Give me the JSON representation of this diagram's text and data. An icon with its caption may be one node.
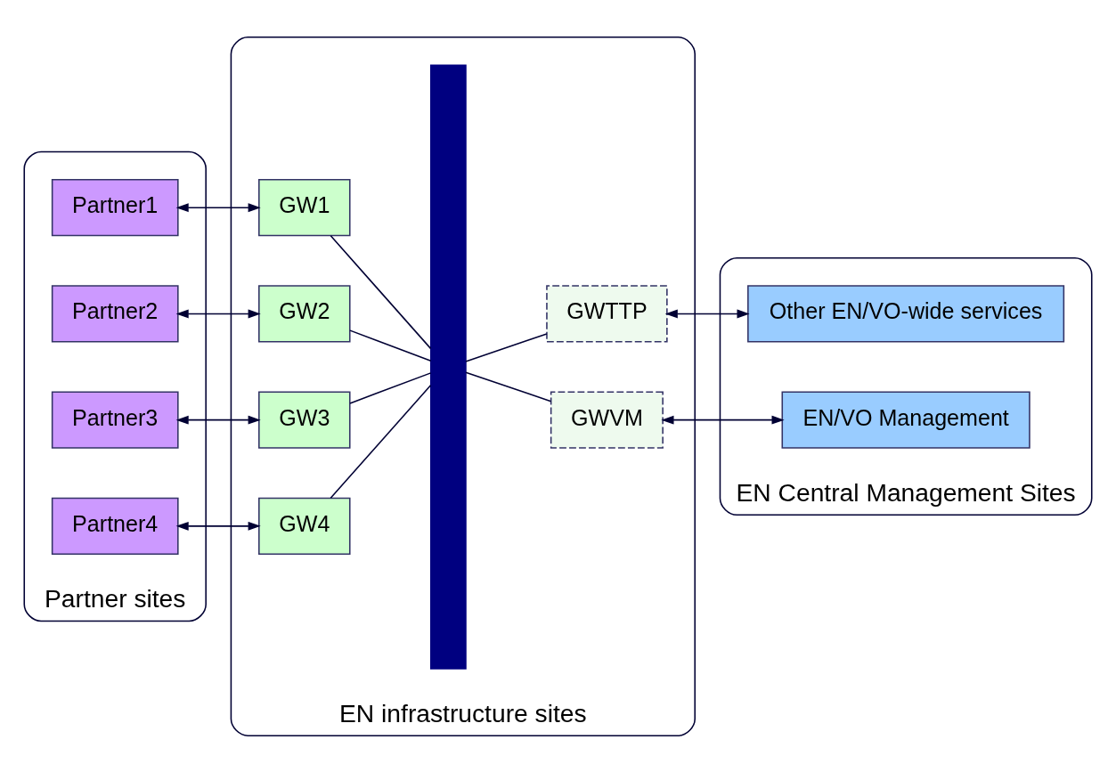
{
  "diagram": {
    "nodes": [
      {
        "text": [
          "Partner sites"
        ]
      },
      {
        "text": [
          "Partner1"
        ],
        "in": 0
      },
      {
        "text": [
          "Partner2"
        ],
        "in": 0
      },
      {
        "text": [
          "Partner3"
        ],
        "in": 0
      },
      {
        "text": [
          "Partner4"
        ],
        "in": 0
      },
      {
        "text": [
          "EN infrastructure sites"
        ]
      },
      {
        "text": [
          "GW1"
        ],
        "in": 5
      },
      {
        "text": [
          "GW2"
        ],
        "in": 5
      },
      {
        "text": [
          "GW3"
        ],
        "in": 5
      },
      {
        "text": [
          "GW4"
        ],
        "in": 5
      },
      {
        "text": [],
        "shape": "bar",
        "in": 5
      },
      {
        "text": [
          "GWVM"
        ],
        "in": 5
      },
      {
        "text": [
          "GWTTP"
        ],
        "in": 5
      },
      {
        "text": [
          "EN Central Management Sites"
        ]
      },
      {
        "text": [
          "EN/VO Management"
        ],
        "in": 13
      },
      {
        "text": [
          "Other EN/VO-wide services"
        ],
        "in": 13
      }
    ],
    "edges": [
      {
        "from": 1,
        "to": 6,
        "arrow": "both"
      },
      {
        "from": 2,
        "to": 7,
        "arrow": "both"
      },
      {
        "from": 3,
        "to": 8,
        "arrow": "both"
      },
      {
        "from": 4,
        "to": 9,
        "arrow": "both"
      },
      {
        "from": 6,
        "to": 10,
        "arrow": "none"
      },
      {
        "from": 7,
        "to": 10,
        "arrow": "none"
      },
      {
        "from": 8,
        "to": 10,
        "arrow": "none"
      },
      {
        "from": 9,
        "to": 10,
        "arrow": "none"
      },
      {
        "from": 10,
        "to": 11,
        "arrow": "none"
      },
      {
        "from": 10,
        "to": 12,
        "arrow": "none"
      },
      {
        "from": 11,
        "to": 14,
        "arrow": "both"
      },
      {
        "from": 12,
        "to": 15,
        "arrow": "both"
      }
    ]
  }
}
